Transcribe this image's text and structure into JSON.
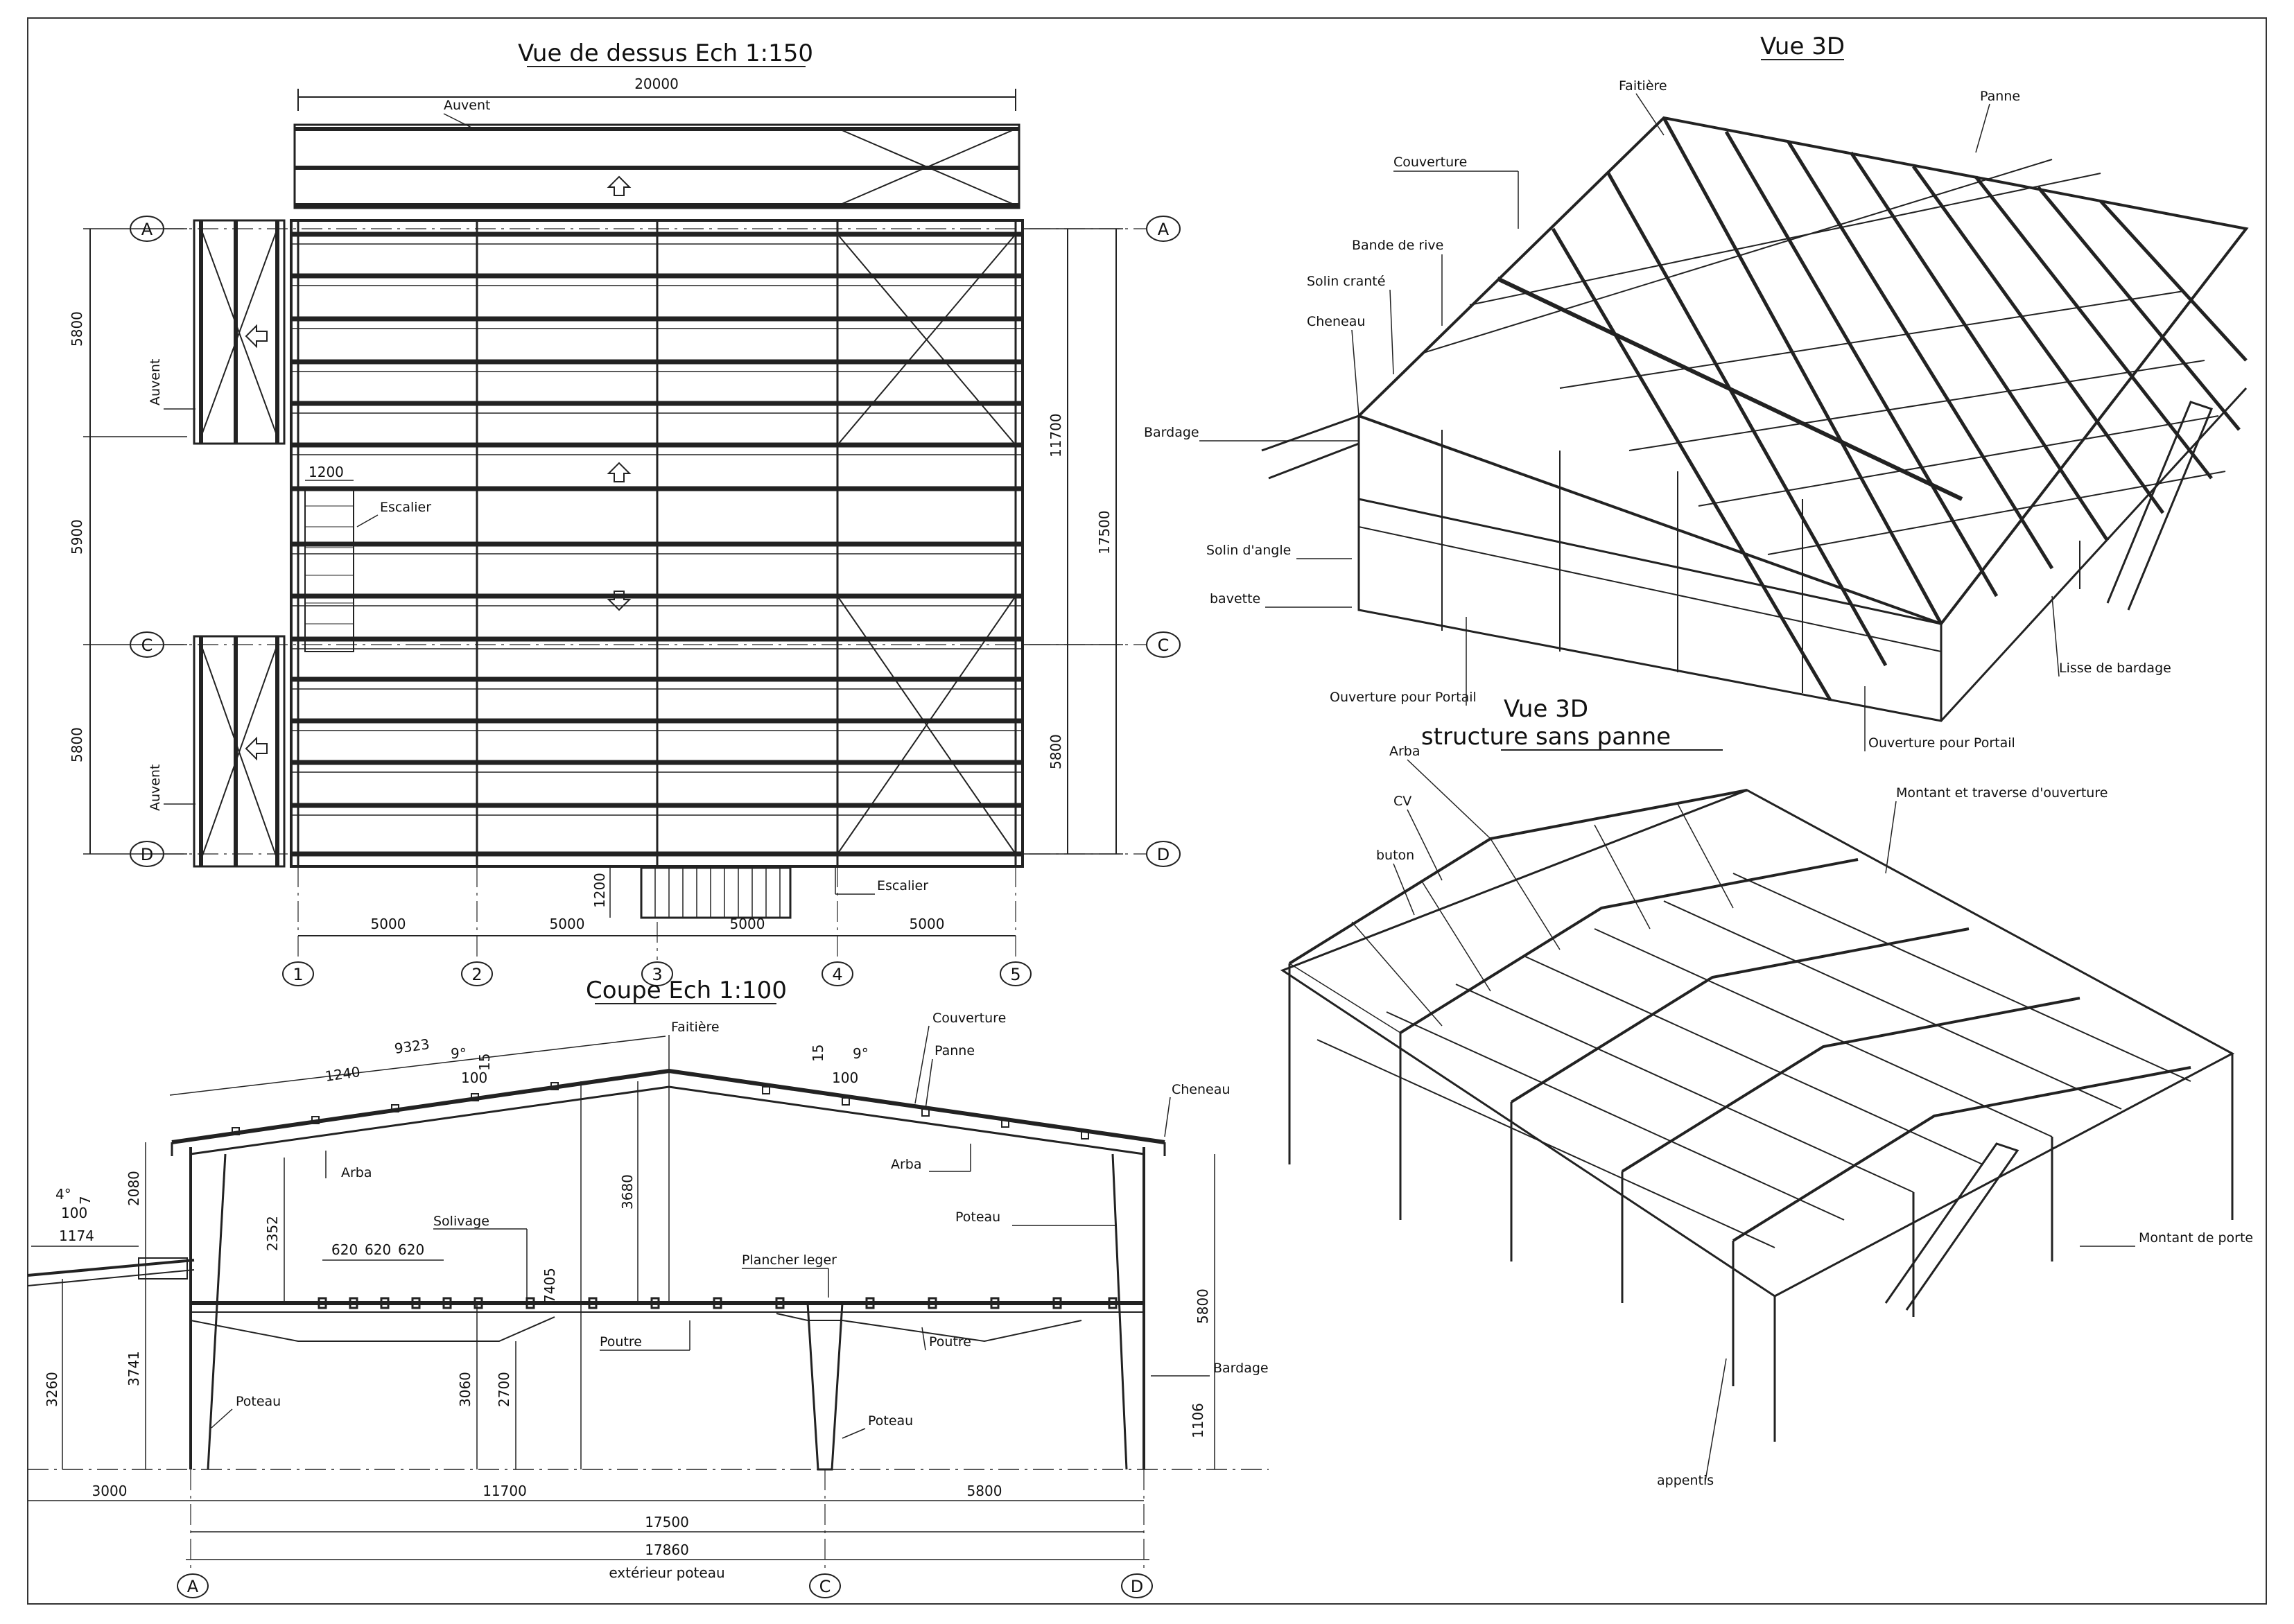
{
  "sheet_title": "",
  "top_view": {
    "title": "Vue de dessus Ech 1:150",
    "overall_width": "20000",
    "label_auvent_top": "Auvent",
    "label_auvent_left_1": "Auvent",
    "label_auvent_left_2": "Auvent",
    "label_escalier_1": "Escalier",
    "label_escalier_2": "Escalier",
    "dim_1200_a": "1200",
    "dim_1200_b": "1200",
    "left_dims": [
      "5800",
      "5900",
      "5800"
    ],
    "right_dims": [
      "11700",
      "17500",
      "5800"
    ],
    "bays": [
      "5000",
      "5000",
      "5000",
      "5000"
    ],
    "grid_rows": [
      "A",
      "C",
      "D"
    ],
    "grid_cols": [
      "1",
      "2",
      "3",
      "4",
      "5"
    ]
  },
  "section": {
    "title": "Coupe Ech 1:100",
    "labels": {
      "faitiere": "Faitière",
      "couverture": "Couverture",
      "panne": "Panne",
      "arba_left": "Arba",
      "arba_right": "Arba",
      "poteau_right": "Poteau",
      "solivage": "Solivage",
      "plancher_leger": "Plancher leger",
      "poutre_left": "Poutre",
      "poutre_right": "Poutre",
      "poteau_left": "Poteau",
      "poteau_mid": "Poteau",
      "cheneau": "Cheneau",
      "bardage": "Bardage",
      "exterieur_poteau": "extérieur poteau"
    },
    "dims": {
      "rafter_length": "9323",
      "purlin_spacing": "1240",
      "slope_left_angle": "9°",
      "slope_left_rise": "15",
      "slope_left_run": "100",
      "slope_right_rise": "15",
      "slope_right_angle": "9°",
      "slope_right_run": "100",
      "canopy_angle": "4°",
      "canopy_rise": "7",
      "canopy_run": "100",
      "canopy_length": "1174",
      "h_2080": "2080",
      "h_2352": "2352",
      "h_3680": "3680",
      "h_7405": "7405",
      "h_3260": "3260",
      "h_3741": "3741",
      "h_3060": "3060",
      "h_2700": "2700",
      "h_5800": "5800",
      "h_1106": "1106",
      "joist_spacing": [
        "620",
        "620",
        "620"
      ],
      "span_3000": "3000",
      "span_11700": "11700",
      "span_5800": "5800",
      "total_17500": "17500",
      "total_17860": "17860"
    },
    "grid": [
      "A",
      "C",
      "D"
    ]
  },
  "view3d_top": {
    "title": "Vue 3D",
    "labels": [
      "Faitière",
      "Panne",
      "Couverture",
      "Bande de rive",
      "Solin cranté",
      "Cheneau",
      "Bardage",
      "Solin d'angle",
      "bavette",
      "Ouverture pour Portail",
      "Lisse de bardage",
      "Ouverture pour Portail"
    ]
  },
  "view3d_bottom": {
    "title_line1": "Vue 3D",
    "title_line2": "structure sans panne",
    "labels": [
      "Arba",
      "CV",
      "buton",
      "Montant et traverse d'ouverture",
      "Montant de porte",
      "appentis"
    ]
  }
}
